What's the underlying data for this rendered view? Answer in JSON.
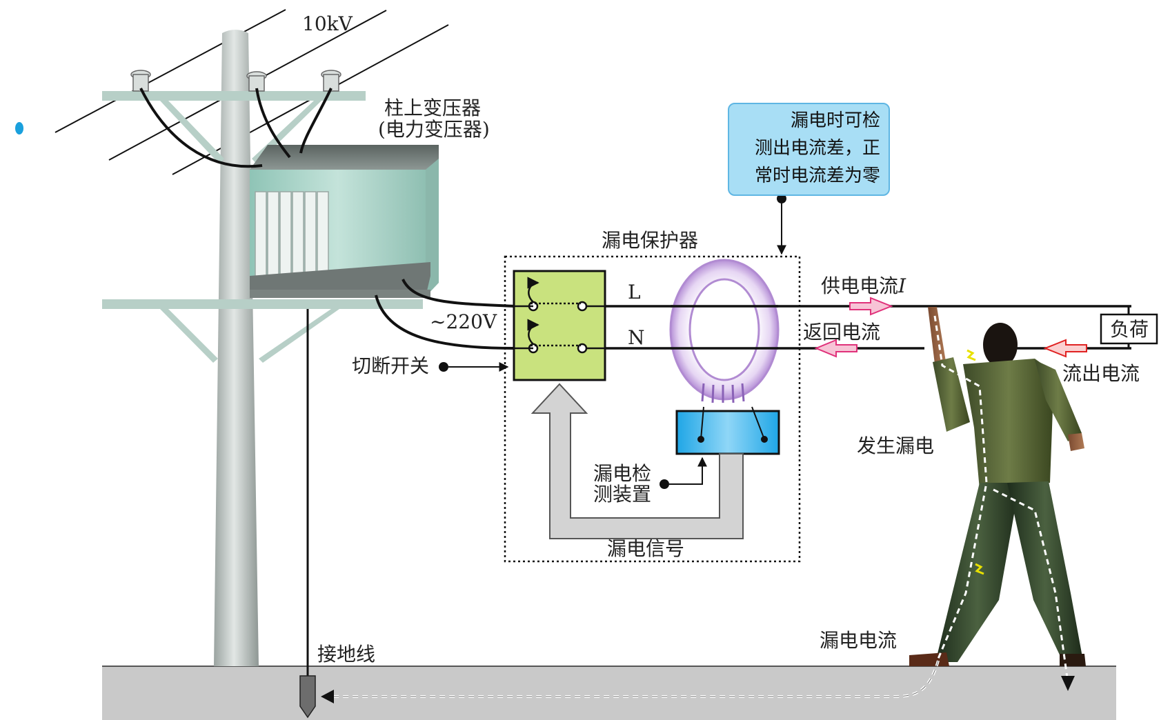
{
  "labels": {
    "voltage_high": "10kV",
    "transformer_line1": "柱上变压器",
    "transformer_line2": "(电力变压器)",
    "voltage_low": "~220V",
    "breaker_label": "漏电保护器",
    "line_L": "L",
    "line_N": "N",
    "cut_switch": "切断开关",
    "detector_line1": "漏电检",
    "detector_line2": "测装置",
    "leak_signal": "漏电信号",
    "supply_current_text": "供电电流",
    "supply_current_symbol": "I",
    "return_current": "返回电流",
    "load": "负荷",
    "outflow_current": "流出电流",
    "leak_occurs": "发生漏电",
    "leak_current": "漏电电流",
    "ground_wire": "接地线"
  },
  "note": {
    "lines": [
      "漏电时可检",
      "测出电流差，正",
      "常时电流差为零"
    ]
  },
  "colors": {
    "note_fill": "#a8def5",
    "switch_fill": "#c9e27e",
    "detector_fill": "#49b8ea",
    "ring": "#c7a6e0",
    "arrow_supply": "#e0317a",
    "arrow_outflow": "#e02222",
    "ground": "#c8c8c8",
    "pole": "#c5ccc9",
    "transformer": "#a7d2c7"
  }
}
